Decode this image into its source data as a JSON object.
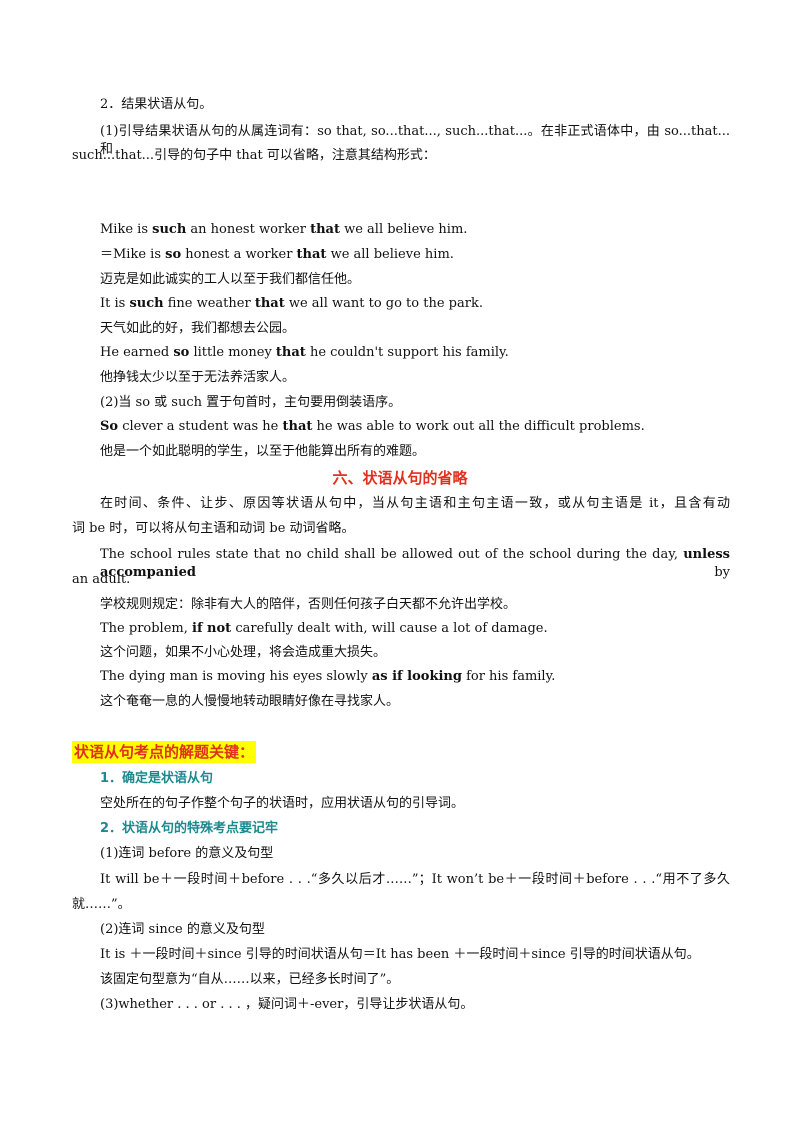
{
  "section2": {
    "heading": "2．结果状语从句。",
    "p1_line1": "(1)引导结果状语从句的从属连词有：so that, so...that..., such...that...。在非正式语体中，由 so...that...和",
    "p1_line2": "such...that...引导的句子中 that 可以省略，注意其结构形式：",
    "ex1": {
      "a": "Mike is ",
      "b1": "such",
      "c": " an honest worker ",
      "b2": "that",
      "d": " we all believe him."
    },
    "ex2": {
      "a": "＝Mike is ",
      "b1": "so",
      "c": " honest a worker ",
      "b2": "that",
      "d": " we all believe him."
    },
    "ex2_cn": "迈克是如此诚实的工人以至于我们都信任他。",
    "ex3": {
      "a": "It is ",
      "b1": "such",
      "c": " fine weather ",
      "b2": "that",
      "d": " we all want to go to the park."
    },
    "ex3_cn": "天气如此的好，我们都想去公园。",
    "ex4": {
      "a": "He earned ",
      "b1": "so",
      "c": " little money ",
      "b2": "that",
      "d": " he couldn't support his family."
    },
    "ex4_cn": "他挣钱太少以至于无法养活家人。",
    "p2": "(2)当 so 或 such 置于句首时，主句要用倒装语序。",
    "ex5": {
      "b1": "So",
      "c": " clever a student was he ",
      "b2": "that",
      "d": " he was able to work out all the difficult problems."
    },
    "ex5_cn": "他是一个如此聪明的学生，以至于他能算出所有的难题。"
  },
  "section6": {
    "title": "六、状语从句的省略",
    "intro_line1": "在时间、条件、让步、原因等状语从句中，当从句主语和主句主语一致，或从句主语是 it，且含有动",
    "intro_line2": "词 be 时，可以将从句主语和动词 be 动词省略。",
    "ex1_line1_a": "The school rules state that no child shall be allowed out of the school during the day, ",
    "ex1_line1_b": "unless accompanied",
    "ex1_line1_c": " by",
    "ex1_line2": "an adult.",
    "ex1_cn": "学校规则规定：除非有大人的陪伴，否则任何孩子白天都不允许出学校。",
    "ex2": {
      "a": "The problem, ",
      "b": "if not",
      "c": " carefully dealt with, will cause a lot of damage."
    },
    "ex2_cn": "这个问题，如果不小心处理，将会造成重大损失。",
    "ex3": {
      "a": "The dying man is moving his eyes slowly ",
      "b": "as if looking",
      "c": " for his family."
    },
    "ex3_cn": "这个奄奄一息的人慢慢地转动眼睛好像在寻找家人。"
  },
  "keys": {
    "title": "状语从句考点的解题关键：",
    "k1_title": "1．确定是状语从句",
    "k1_text": "空处所在的句子作整个句子的状语时，应用状语从句的引导词。",
    "k2_title": "2．状语从句的特殊考点要记牢",
    "k2_p1": "(1)连词 before 的意义及句型",
    "k2_p1_line1": "It will be＋一段时间＋before . . .“多久以后才……”；It won’t be＋一段时间＋before . . .“用不了多久",
    "k2_p1_line2": "就……”。",
    "k2_p2": "(2)连词 since 的意义及句型",
    "k2_p2_line1": "It is ＋一段时间＋since 引导的时间状语从句＝It has been ＋一段时间＋since 引导的时间状语从句。",
    "k2_p2_line2": "该固定句型意为“自从……以来，已经多长时间了”。",
    "k2_p3": "(3)whether . . . or . . . ，疑问词＋-ever，引导让步状语从句。"
  }
}
